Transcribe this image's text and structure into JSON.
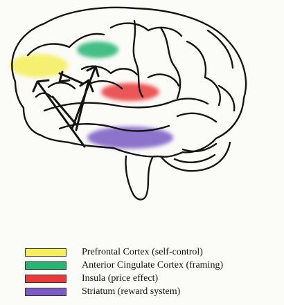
{
  "colors": {
    "background": "#fbfbf8",
    "outline": "#141414",
    "prefrontal": "#f4ef5a",
    "anterior_cingulate": "#24b572",
    "insula": "#e9393a",
    "striatum": "#7a5cc4"
  },
  "legend": [
    {
      "label": "Prefrontal Cortex (self-control)",
      "color": "#f4ef5a",
      "region": "prefrontal"
    },
    {
      "label": "Anterior Cingulate Cortex (framing)",
      "color": "#24b572",
      "region": "anterior_cingulate"
    },
    {
      "label": "Insula (price effect)",
      "color": "#e9393a",
      "region": "insula"
    },
    {
      "label": "Striatum (reward system)",
      "color": "#7a5cc4",
      "region": "striatum"
    }
  ]
}
